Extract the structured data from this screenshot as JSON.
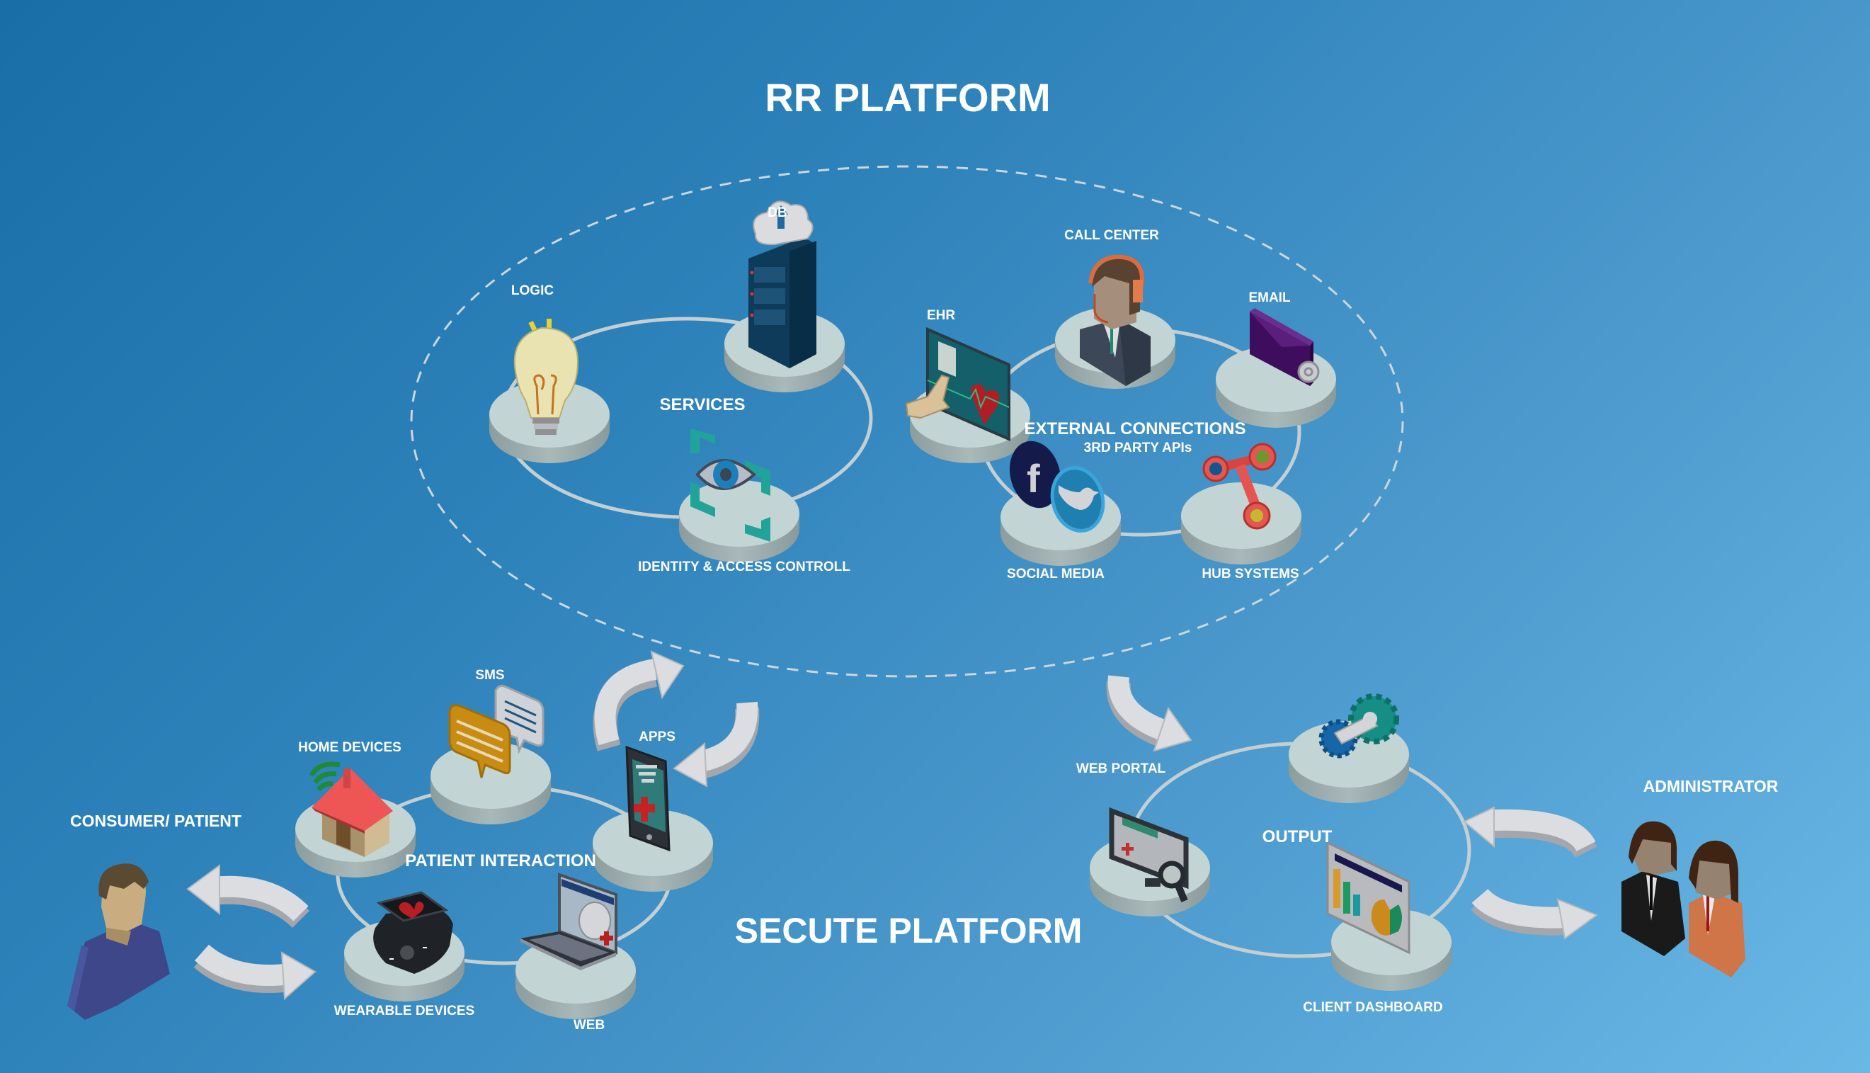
{
  "titles": {
    "top": "RR PLATFORM",
    "bottom": "SECUTE PLATFORM"
  },
  "colors": {
    "bg_start": "#1a6ea8",
    "bg_end": "#69b8e6",
    "platform_top": "#c2d4d4",
    "platform_side": "#8a9c9c",
    "connector": "#c9d3d6",
    "dashed_boundary": "#d0d7dc",
    "arrow": "#dcdde0"
  },
  "rr_platform": {
    "services": {
      "label": "SERVICES",
      "nodes": [
        {
          "id": "logic",
          "label": "LOGIC",
          "icon": "lightbulb-icon"
        },
        {
          "id": "db",
          "label": "DB",
          "icon": "server-cloud-icon"
        },
        {
          "id": "identity",
          "label": "IDENTITY & ACCESS CONTROLL",
          "icon": "eye-scan-icon"
        }
      ]
    },
    "external": {
      "label": "EXTERNAL CONNECTIONS",
      "sublabel": "3RD PARTY APIs",
      "nodes": [
        {
          "id": "ehr",
          "label": "EHR",
          "icon": "ehr-monitor-icon"
        },
        {
          "id": "call_center",
          "label": "CALL CENTER",
          "icon": "headset-agent-icon"
        },
        {
          "id": "email",
          "label": "EMAIL",
          "icon": "envelope-at-icon"
        },
        {
          "id": "social",
          "label": "SOCIAL MEDIA",
          "icon": "facebook-twitter-icon"
        },
        {
          "id": "hub",
          "label": "HUB SYSTEMS",
          "icon": "hub-network-icon"
        }
      ]
    }
  },
  "patient_interaction": {
    "label": "PATIENT INTERACTION",
    "nodes": [
      {
        "id": "home",
        "label": "HOME DEVICES",
        "icon": "smart-home-icon"
      },
      {
        "id": "sms",
        "label": "SMS",
        "icon": "chat-bubbles-icon"
      },
      {
        "id": "apps",
        "label": "APPS",
        "icon": "smartphone-medical-icon"
      },
      {
        "id": "wearable",
        "label": "WEARABLE DEVICES",
        "icon": "smartwatch-heart-icon"
      },
      {
        "id": "web",
        "label": "WEB",
        "icon": "laptop-globe-icon"
      }
    ]
  },
  "output": {
    "label": "OUTPUT",
    "nodes": [
      {
        "id": "web_portal",
        "label": "WEB PORTAL",
        "icon": "monitor-search-icon"
      },
      {
        "id": "settings",
        "label": "",
        "icon": "gears-icon"
      },
      {
        "id": "dashboard",
        "label": "CLIENT DASHBOARD",
        "icon": "dashboard-chart-icon"
      }
    ]
  },
  "actors": {
    "consumer": "CONSUMER/ PATIENT",
    "administrator": "ADMINISTRATOR"
  }
}
